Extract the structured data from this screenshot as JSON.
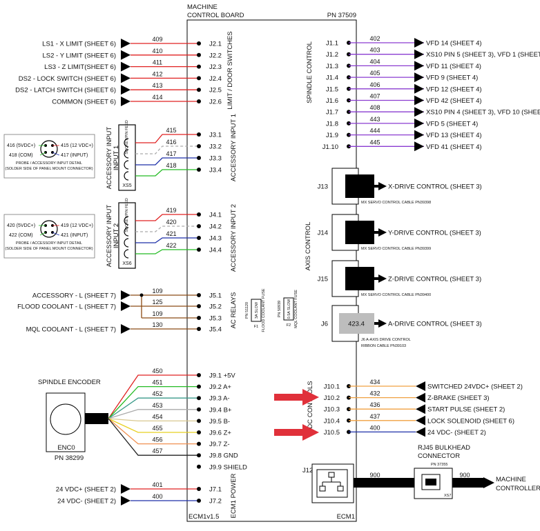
{
  "board": {
    "title_lines": [
      "MACHINE",
      "CONTROL BOARD"
    ],
    "part_number": "PN 37509",
    "footer_left": "ECM1v1.5",
    "footer_right": "ECM1"
  },
  "sections": {
    "limit": "LIMIT / DOOR SWITCHES",
    "acc1": "ACCESSORY INPUT 1",
    "acc2": "ACCESSORY INPUT 2",
    "ac_relays": "AC RELAYS",
    "power": "ECM1 POWER",
    "spindle_control": "SPINDLE CONTROL",
    "axis_control": "AXIS CONTROL",
    "dc_controls": "DC CONTROLS"
  },
  "limit_switches": [
    {
      "label": "LS1 - X LIMIT (SHEET 6)",
      "wire": "409",
      "pin": "J2.1",
      "color": "#e02020"
    },
    {
      "label": "LS2 - Y LIMIT (SHEET 6)",
      "wire": "410",
      "pin": "J2.2",
      "color": "#e02020"
    },
    {
      "label": "LS3 - Z LIMIT(SHEET 6)",
      "wire": "411",
      "pin": "J2.3",
      "color": "#e02020"
    },
    {
      "label": "DS2 - LOCK SWITCH (SHEET 6)",
      "wire": "412",
      "pin": "J2.4",
      "color": "#e02020"
    },
    {
      "label": "DS2 - LATCH SWITCH (SHEET 6)",
      "wire": "413",
      "pin": "J2.5",
      "color": "#e02020"
    },
    {
      "label": "COMMON (SHEET 6)",
      "wire": "414",
      "pin": "J2.6",
      "color": "#e02020"
    }
  ],
  "accessory1": {
    "rows": [
      {
        "wire": "415",
        "pin": "J3.1",
        "color": "#e02020"
      },
      {
        "wire": "416",
        "pin": "J3.2",
        "color": "#aaaaaa"
      },
      {
        "wire": "417",
        "pin": "J3.3",
        "color": "#1c2fa8"
      },
      {
        "wire": "418",
        "pin": "J3.4",
        "color": "#22bb22"
      }
    ],
    "vertical_label": "ACCESSORY INPUT 1",
    "connector_id": "XS5",
    "housing_text": "SOCKET/PIN FEED",
    "detail": {
      "a": "416 (5VDC+)",
      "b": "415 (12 VDC+)",
      "c": "418 (COM)",
      "d": "417 (INPUT)",
      "caption1": "PROBE / ACCESSORY INPUT DETAIL",
      "caption2": "(SOLDER SIDE OF PANEL MOUNT CONNECTOR)"
    }
  },
  "accessory2": {
    "rows": [
      {
        "wire": "419",
        "pin": "J4.1",
        "color": "#e02020"
      },
      {
        "wire": "420",
        "pin": "J4.2",
        "color": "#aaaaaa"
      },
      {
        "wire": "421",
        "pin": "J4.3",
        "color": "#1c2fa8"
      },
      {
        "wire": "422",
        "pin": "J4.4",
        "color": "#22bb22"
      }
    ],
    "vertical_label": "ACCESSORY INPUT 2",
    "connector_id": "XS6",
    "housing_text": "SOCKET/PIN FEED",
    "detail": {
      "a": "420 (5VDC+)",
      "b": "419 (12 VDC+)",
      "c": "422 (COM)",
      "d": "421 (INPUT)",
      "caption1": "PROBE / ACCESSORY INPUT DETAIL",
      "caption2": "(SOLDER SIDE OF PANEL MOUNT CONNECTOR)"
    }
  },
  "ac_relays": [
    {
      "label": "ACCESSORY - L (SHEET 7)",
      "wire": "109",
      "pin": "J5.1",
      "color": "#8b4a14"
    },
    {
      "label": "FLOOD COOLANT - L (SHEET 7)",
      "wire": "125",
      "pin": "J5.2",
      "color": "#8b4a14"
    },
    {
      "label": "",
      "wire": "109",
      "pin": "J5.3",
      "color": "#8b4a14"
    },
    {
      "label": "MQL COOLANT - L (SHEET 7)",
      "wire": "130",
      "pin": "J5.4",
      "color": "#8b4a14"
    }
  ],
  "fuses": [
    {
      "name": "F1",
      "rating": "3A SLOW",
      "pn": "PN 51120",
      "title": "FLOOD COOLANT FUSE"
    },
    {
      "name": "F2",
      "rating": "0.5A SLOW",
      "pn": "PN 50939",
      "title": "MQL COOLANT FUSE"
    }
  ],
  "encoder": {
    "title": "SPINDLE ENCODER",
    "id": "ENC0",
    "pn": "PN 38299",
    "rows": [
      {
        "wire": "450",
        "pin": "J9.1",
        "signal": "+5V",
        "color": "#e02020"
      },
      {
        "wire": "451",
        "pin": "J9.2",
        "signal": "A+",
        "color": "#22bb22"
      },
      {
        "wire": "452",
        "pin": "J9.3",
        "signal": "A-",
        "color": "#3a9a8a"
      },
      {
        "wire": "453",
        "pin": "J9.4",
        "signal": "B+",
        "color": "#aaaaaa"
      },
      {
        "wire": "454",
        "pin": "J9.5",
        "signal": "B-",
        "color": "#d8c890"
      },
      {
        "wire": "455",
        "pin": "J9.6",
        "signal": "Z+",
        "color": "#e8d020"
      },
      {
        "wire": "456",
        "pin": "J9.7",
        "signal": "Z-",
        "color": "#f09050"
      },
      {
        "wire": "457",
        "pin": "J9.8",
        "signal": "GND",
        "color": "#222222"
      },
      {
        "wire": "",
        "pin": "J9.9",
        "signal": "SHIELD",
        "color": ""
      }
    ]
  },
  "power": [
    {
      "label": "24 VDC+ (SHEET 2)",
      "wire": "401",
      "pin": "J7.1",
      "color": "#e02020"
    },
    {
      "label": "24 VDC- (SHEET 2)",
      "wire": "400",
      "pin": "J7.2",
      "color": "#1c2fa8"
    }
  ],
  "spindle": [
    {
      "pin": "J1.1",
      "wire": "402",
      "label": "VFD 14 (SHEET 4)",
      "color": "#8a3bd0"
    },
    {
      "pin": "J1.2",
      "wire": "403",
      "label": "XS10 PIN 5 (SHEET 3), VFD 1 (SHEET 4)",
      "color": "#8a3bd0"
    },
    {
      "pin": "J1.3",
      "wire": "404",
      "label": "VFD 11 (SHEET 4)",
      "color": "#8a3bd0"
    },
    {
      "pin": "J1.4",
      "wire": "405",
      "label": "VFD 9 (SHEET 4)",
      "color": "#8a3bd0"
    },
    {
      "pin": "J1.5",
      "wire": "406",
      "label": "VFD 12 (SHEET 4)",
      "color": "#8a3bd0"
    },
    {
      "pin": "J1.6",
      "wire": "407",
      "label": "VFD 42 (SHEET 4)",
      "color": "#8a3bd0"
    },
    {
      "pin": "J1.7",
      "wire": "408",
      "label": "XS10 PIN 4 (SHEET 3), VFD 10 (SHEET 4)",
      "color": "#8a3bd0"
    },
    {
      "pin": "J1.8",
      "wire": "443",
      "label": "VFD 5 (SHEET 4)",
      "color": "#8a3bd0"
    },
    {
      "pin": "J1.9",
      "wire": "444",
      "label": "VFD 13 (SHEET 4)",
      "color": "#8a3bd0"
    },
    {
      "pin": "J1.10",
      "wire": "445",
      "label": "VFD 41 (SHEET 4)",
      "color": "#8a3bd0"
    }
  ],
  "axis": [
    {
      "conn": "J13",
      "label": "X-DRIVE CONTROL (SHEET 3)",
      "cable": "MX SERVO CONTROL CABLE PN39398",
      "cable2": "",
      "plug_text": ""
    },
    {
      "conn": "J14",
      "label": "Y-DRIVE CONTROL (SHEET 3)",
      "cable": "MX SERVO CONTROL CABLE PN39399",
      "cable2": "",
      "plug_text": ""
    },
    {
      "conn": "J15",
      "label": "Z-DRIVE CONTROL (SHEET 3)",
      "cable": "MX SERVO CONTROL CABLE PN39400",
      "cable2": "",
      "plug_text": ""
    },
    {
      "conn": "J6",
      "label": "A-DRIVE CONTROL (SHEET 3)",
      "cable": "J6 A-AXIS DRIVE CONTROL",
      "cable2": "RIBBON CABLE PN39103",
      "plug_text": "423.4"
    }
  ],
  "dc": [
    {
      "pin": "J10.1",
      "wire": "434",
      "label": "SWITCHED 24VDC+ (SHEET 2)",
      "color": "#f0a040"
    },
    {
      "pin": "J10.2",
      "wire": "432",
      "label": "Z-BRAKE (SHEET 3)",
      "color": "#f0a040"
    },
    {
      "pin": "J10.3",
      "wire": "436",
      "label": "START PULSE (SHEET 2)",
      "color": "#f0a040"
    },
    {
      "pin": "J10.4",
      "wire": "437",
      "label": "LOCK SOLENOID (SHEET 6)",
      "color": "#f0a040"
    },
    {
      "pin": "J10.5",
      "wire": "400",
      "label": "24 VDC- (SHEET 2)",
      "color": "#1c2fa8"
    }
  ],
  "ethernet": {
    "conn": "J12",
    "wire1": "900",
    "wire2": "900",
    "bulkhead_title": [
      "RJ45 BULKHEAD",
      "CONNECTOR"
    ],
    "bulkhead_pn": "PN 37355",
    "bulkhead_id": "XS7",
    "target": [
      "MACHINE",
      "CONTROLLER"
    ]
  },
  "colors": {
    "arrow": "#e0303a"
  }
}
